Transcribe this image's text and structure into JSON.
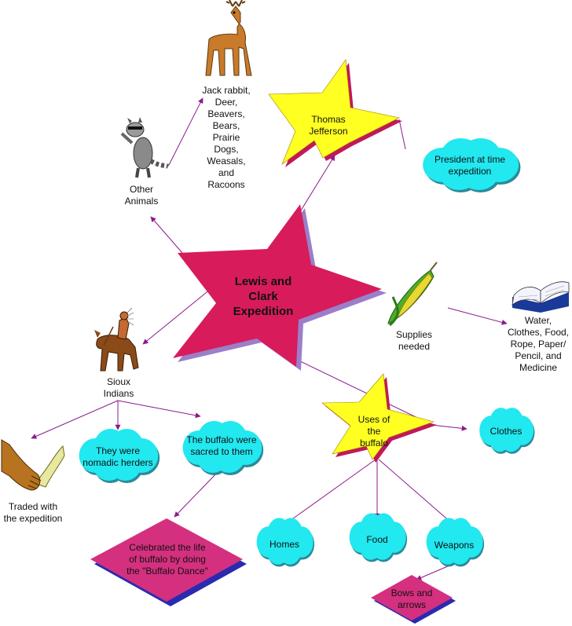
{
  "colors": {
    "link": "#8B1A8B",
    "central_star": "#D81B5B",
    "yellow_star": "#FFFF22",
    "star_edge": "#C2185B",
    "cloud": "#22E8F0",
    "diamond": "#D4307F",
    "diamond_shadow": "#2A2AB0",
    "shadow": "#9B7FC8"
  },
  "nodes": {
    "center": "Lewis and\nClark\nExpedition",
    "jefferson": "Thomas\nJefferson",
    "president": "President at time\nexpedition",
    "other_animals": "Other\nAnimals",
    "animals_list": "Jack rabbit,\nDeer,\nBeavers,\nBears,\nPrairie\nDogs,\nWeasals,\nand\nRacoons",
    "supplies": "Supplies\nneeded",
    "supplies_list": "Water,\nClothes, Food,\nRope, Paper/\nPencil, and\nMedicine",
    "sioux": "Sioux\nIndians",
    "traded": "Traded with\nthe expedition",
    "nomadic": "They were\nnomadic herders",
    "sacred": "The buffalo were\nsacred to them",
    "dance": "Celebrated the life\nof buffalo by doing\nthe \"Buffalo Dance\"",
    "uses": "Uses of\nthe\nbuffalo",
    "clothes": "Clothes",
    "homes": "Homes",
    "food": "Food",
    "weapons": "Weapons",
    "bows": "Bows and\narrows"
  },
  "icons": [
    "deer-icon",
    "raccoon-icon",
    "corn-icon",
    "book-icon",
    "rider-icon",
    "handshake-icon"
  ]
}
